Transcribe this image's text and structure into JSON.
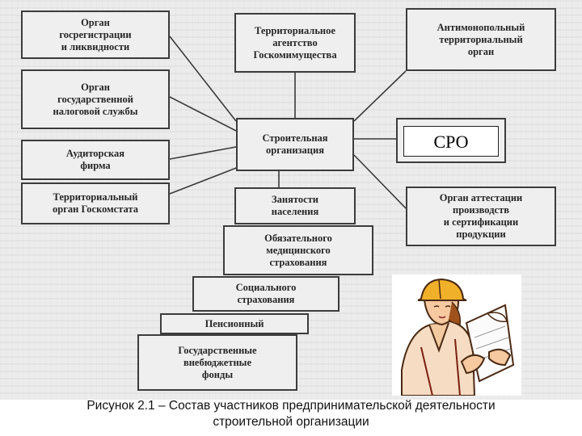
{
  "diagram": {
    "center": "Строительная\nорганизация",
    "left_boxes": [
      "Орган\nгосрегистрации\nи ликвидности",
      "Орган\nгосударственной\nналоговой службы",
      "Аудиторская\nфирма",
      "Территориальный\nорган Госкомстата"
    ],
    "top_middle": "Территориальное\nагентство\nГоскомимущества",
    "right_boxes": [
      "Антимонопольный\nтерриториальный\nорган",
      "Орган аттестации\nпроизводств\nи сертификации\nпродукции"
    ],
    "cpo_label": "СРО",
    "fund_stack": [
      "Занятости\nнаселения",
      "Обязательного\nмедицинского\nстрахования",
      "Социального\nстрахования",
      "Пенсионный",
      "Государственные\nвнебюджетные\nфонды"
    ]
  },
  "clipart": {
    "icon": "engineer-woman-with-blueprints"
  },
  "caption": {
    "line1": "Рисунок 2.1 – Состав участников предпринимательской деятельности",
    "line2": "строительной организации"
  }
}
